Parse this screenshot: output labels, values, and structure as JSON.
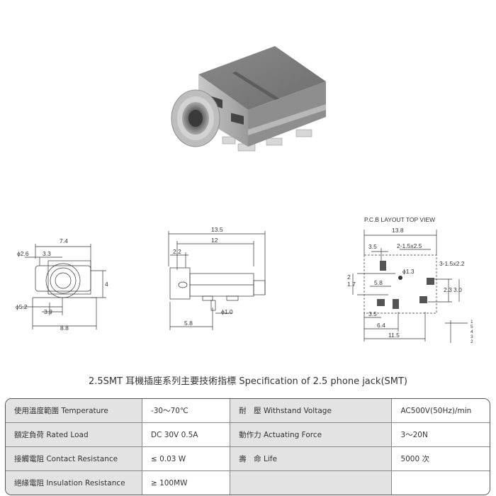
{
  "drawings": {
    "front": {
      "w_top": "7.4",
      "d1": "ϕ2.6",
      "d2": "3.3",
      "h": "4",
      "d3": "ϕ5.2",
      "d4": "3.9",
      "w_bot": "8.8"
    },
    "side": {
      "total": "13.5",
      "len": "12",
      "off": "2.2",
      "pin": "ϕ1.0",
      "pos": "5.8"
    },
    "pcb": {
      "title": "P.C.B LAYOUT TOP VIEW",
      "w_total": "13.8",
      "a": "3.5",
      "pads2": "2-1.5x2.5",
      "pads3": "3-1.5x2.2",
      "hole": "ϕ1.3",
      "b": "5.8",
      "c": "2.3",
      "d": "3.0",
      "e": "1.7",
      "f": "2",
      "g": "3.5",
      "h": "6.4",
      "i": "11.5",
      "pins": [
        "1",
        "5",
        "4",
        "3",
        "2"
      ]
    }
  },
  "spec_title": "2.5SMT   耳機插座系列主要技術指標 Specification of 2.5 phone jack(SMT)",
  "spec_rows": [
    {
      "l_name": "使用溫度範圍 Temperature",
      "l_val": "-30～70℃",
      "r_name": "耐　壓  Withstand Voltage",
      "r_val": "AC500V(50Hz)/min"
    },
    {
      "l_name": "額定負荷  Rated Load",
      "l_val": "DC  30V  0.5A",
      "r_name": "動作力  Actuating Force",
      "r_val": "3～20N"
    },
    {
      "l_name": "接觸電阻  Contact Resistance",
      "l_val": "≤ 0.03 W",
      "r_name": "壽　命  Life",
      "r_val": "5000 次"
    },
    {
      "l_name": "絕緣電阻  Insulation Resistance",
      "l_val": "≥ 100MW",
      "r_name": "",
      "r_val": ""
    }
  ]
}
